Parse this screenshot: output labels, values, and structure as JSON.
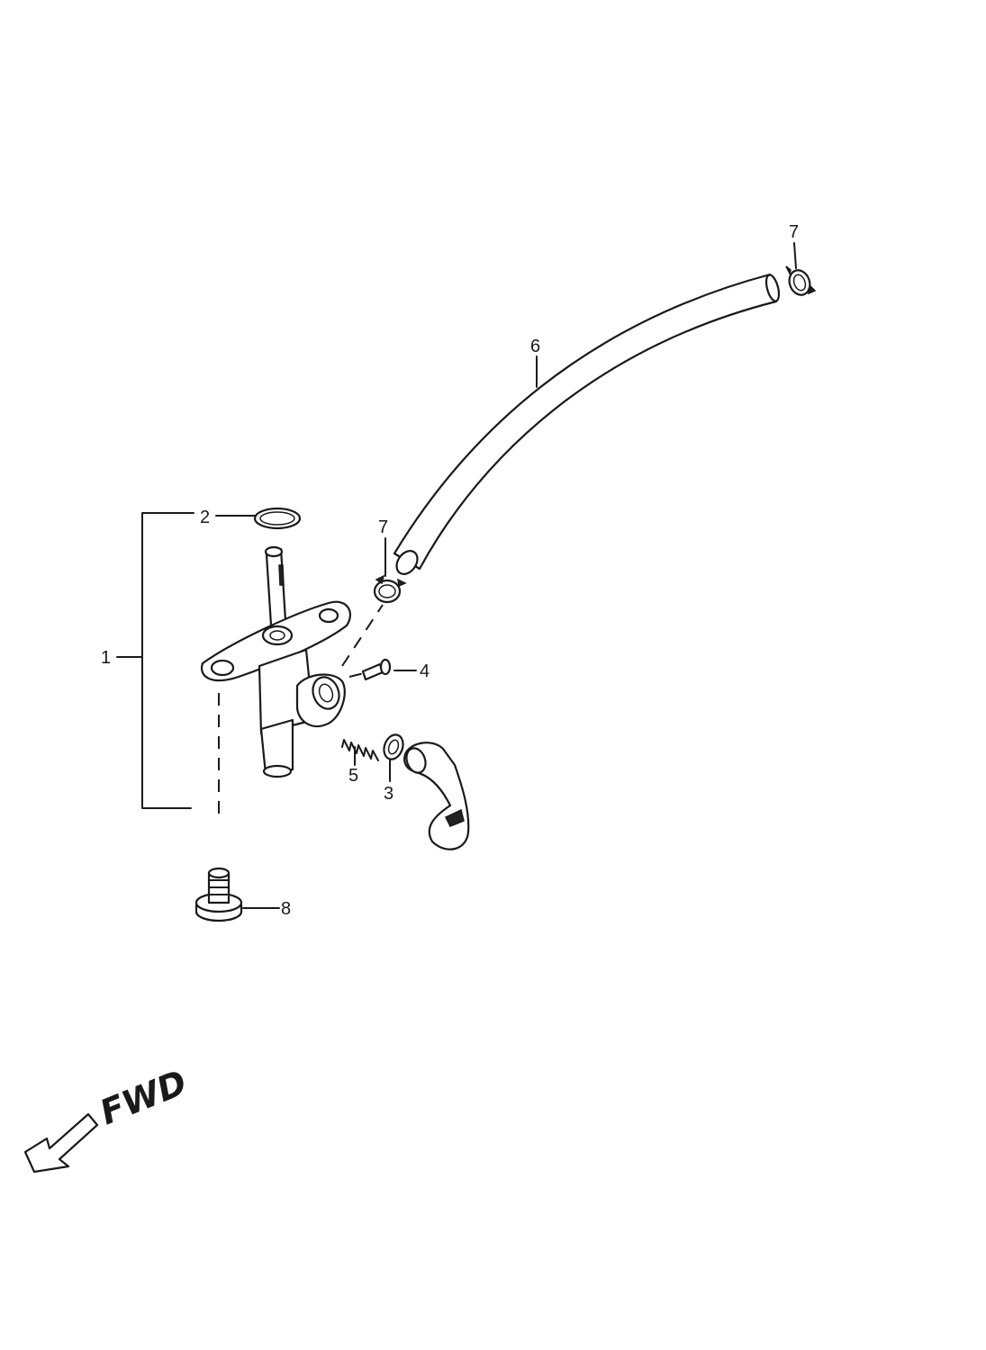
{
  "callouts": {
    "c1": "1",
    "c2": "2",
    "c3": "3",
    "c4": "4",
    "c5": "5",
    "c6": "6",
    "c7_top": "7",
    "c7_mid": "7",
    "c8": "8"
  },
  "direction_label": "FWD"
}
